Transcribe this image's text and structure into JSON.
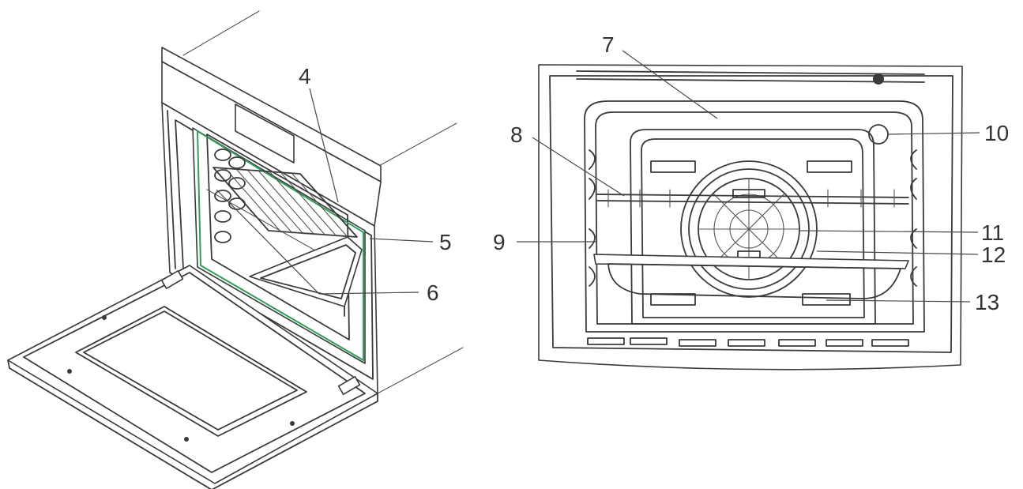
{
  "diagrams": [
    {
      "view": "oven-door-open-perspective",
      "callouts": [
        {
          "label": "4"
        },
        {
          "label": "5"
        },
        {
          "label": "6"
        }
      ]
    },
    {
      "view": "oven-cavity-front",
      "callouts": [
        {
          "label": "7"
        },
        {
          "label": "8"
        },
        {
          "label": "9"
        },
        {
          "label": "10"
        },
        {
          "label": "11"
        },
        {
          "label": "12"
        },
        {
          "label": "13"
        }
      ]
    }
  ],
  "colors": {
    "line": "#3a3a3a",
    "seal_green": "#2f9e5a",
    "text": "#333333",
    "background": "#ffffff"
  }
}
